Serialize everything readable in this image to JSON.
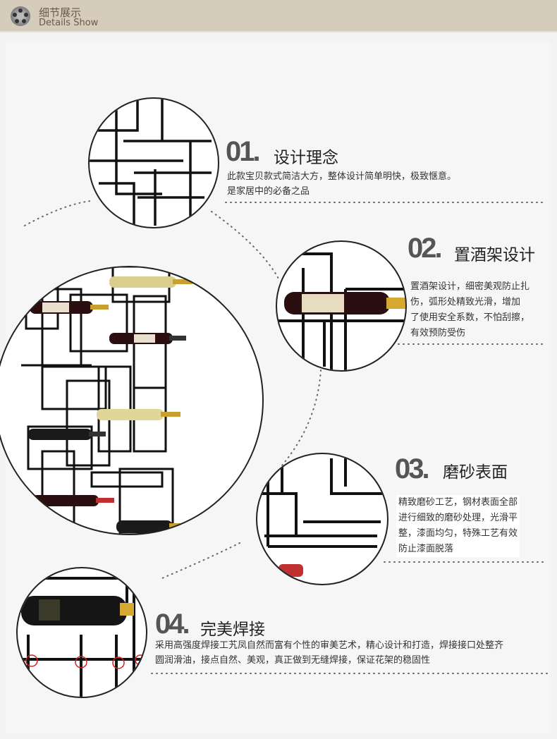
{
  "header": {
    "title_cn": "细节展示",
    "title_en": "Details Show",
    "icon": "film-reel-icon"
  },
  "sections": [
    {
      "num": "01.",
      "title": "设计理念",
      "lines": [
        "此款宝贝款式简洁大方，整体设计简单明快，极致惬意。",
        "是家居中的必备之品"
      ]
    },
    {
      "num": "02.",
      "title": "置酒架设计",
      "lines": [
        "置酒架设计，细密美观防止扎",
        "伤，弧形处精致光滑，增加",
        "了使用安全系数，不怕刮擦，",
        "有效预防受伤"
      ]
    },
    {
      "num": "03.",
      "title": "磨砂表面",
      "lines": [
        "精致磨砂工艺，钢材表面全部",
        "进行细致的磨砂处理，光滑平",
        "整，漆面均匀，特殊工艺有效",
        "防止漆面脱落"
      ]
    },
    {
      "num": "04.",
      "title": "完美焊接",
      "lines": [
        "采用高强度焊接工艽凤自然而富有个性的审美艺术，精心设计和打造，焊接接口处整齐",
        "圆润滑油，接点自然、美观，真正做到无缝焊接，保证花架的稳固性"
      ]
    }
  ]
}
